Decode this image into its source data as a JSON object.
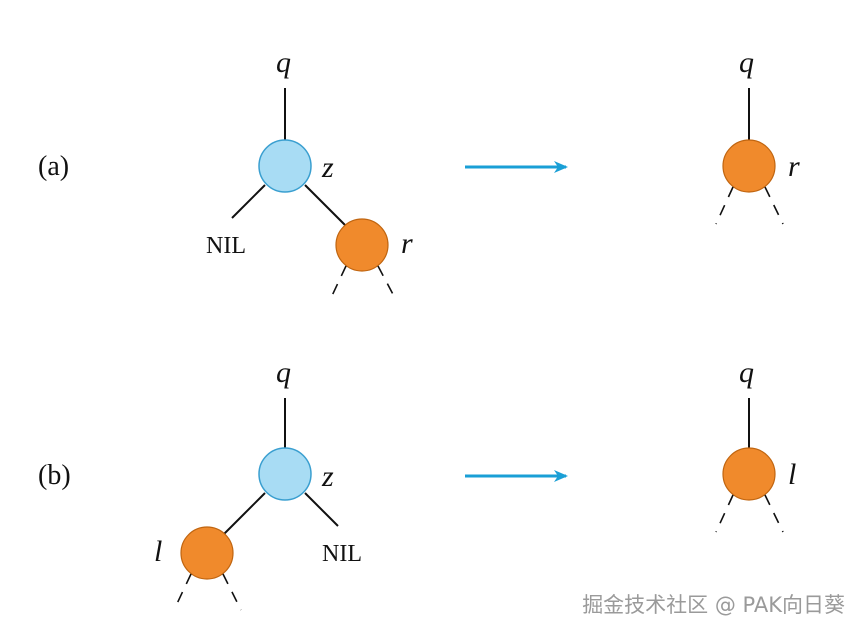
{
  "colors": {
    "node_z": "#a8dcf4",
    "node_z_stroke": "#3a9fd0",
    "node_child": "#f08a2c",
    "node_child_stroke": "#c06510",
    "arrow": "#1a9fd6",
    "line": "#111111",
    "watermark": "#9a9a9a"
  },
  "rows": [
    {
      "tag": "(a)",
      "parent": "q",
      "deleted": "z",
      "nil_label": "NIL",
      "child": "r",
      "result_parent": "q",
      "result_child": "r"
    },
    {
      "tag": "(b)",
      "parent": "q",
      "deleted": "z",
      "nil_label": "NIL",
      "child": "l",
      "result_parent": "q",
      "result_child": "l"
    }
  ],
  "watermark": "掘金技术社区 @ PAK向日葵"
}
